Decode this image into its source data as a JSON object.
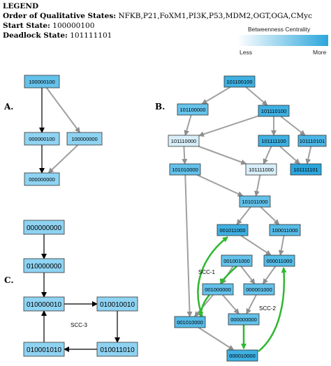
{
  "legend": {
    "title": "LEGEND",
    "order_label": "Order of Qualitative States:",
    "order_value": "NFKB,P21,FoXM1,PI3K,P53,MDM2,OGT,OGA,CMyc",
    "start_label": "Start State:",
    "start_value": "100000100",
    "deadlock_label": "Deadlock State:",
    "deadlock_value": "101111101"
  },
  "colorbar": {
    "title": "Betweenness Centrality",
    "less": "Less",
    "more": "More",
    "color_low": "#ffffff",
    "color_high": "#2ba6dc"
  },
  "panels": {
    "a": "A.",
    "b": "B.",
    "c": "C."
  },
  "scc_labels": {
    "scc1": "SCC-1",
    "scc2": "SCC-2",
    "scc3": "SCC-3"
  },
  "colors": {
    "node_fill_default": "#8fd3f2",
    "gray_edge": "#a0a0a0",
    "green_edge": "#2eb82e",
    "black_edge": "#000000"
  },
  "nodes": {
    "a1": "100000100",
    "a2": "000000100",
    "a3": "100000000",
    "a4": "000000000",
    "b1": "101100100",
    "b2": "101100000",
    "b3": "101110100",
    "b4": "101110000",
    "b5": "101111100",
    "b6": "101110101",
    "b7": "101010000",
    "b8": "101111000",
    "b9": "101111101",
    "b10": "101011000",
    "b11": "001011000",
    "b12": "100011000",
    "b13": "001001000",
    "b14": "000011000",
    "b15": "001000000",
    "b16": "000001000",
    "b17": "001010000",
    "b18": "000000000",
    "b19": "000010000",
    "c1": "000000000",
    "c2": "010000000",
    "c3": "010000010",
    "c4": "010010010",
    "c5": "010001010",
    "c6": "010011010"
  }
}
